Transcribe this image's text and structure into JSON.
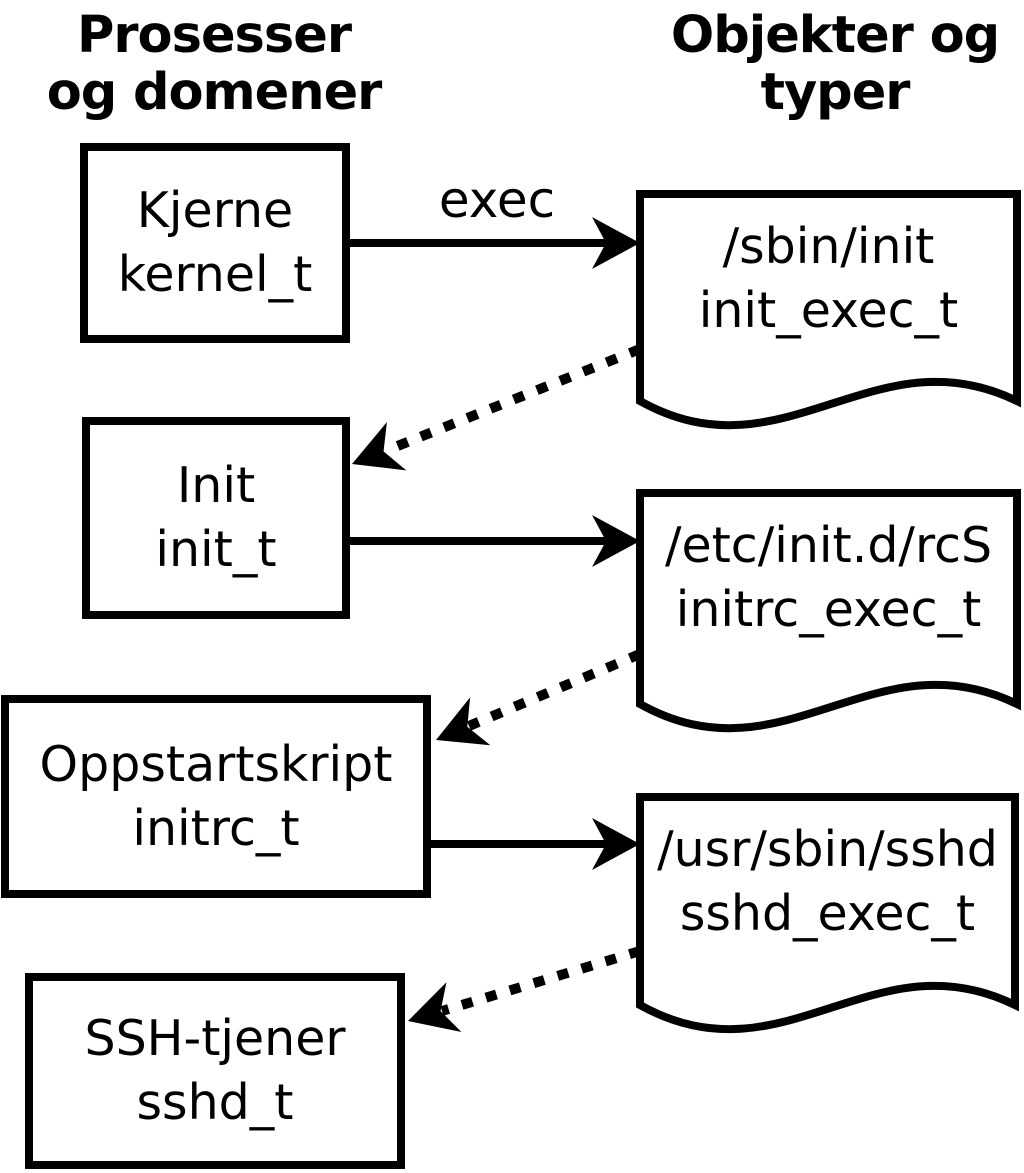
{
  "headers": {
    "processes": {
      "line1": "Prosesser",
      "line2": "og domener"
    },
    "objects": {
      "line1": "Objekter og",
      "line2": "typer"
    }
  },
  "exec_label": "exec",
  "processes": [
    {
      "label": "Kjerne",
      "domain": "kernel_t"
    },
    {
      "label": "Init",
      "domain": "init_t"
    },
    {
      "label": "Oppstartskript",
      "domain": "initrc_t"
    },
    {
      "label": "SSH-tjener",
      "domain": "sshd_t"
    }
  ],
  "objects": [
    {
      "path": "/sbin/init",
      "type": "init_exec_t"
    },
    {
      "path": "/etc/init.d/rcS",
      "type": "initrc_exec_t"
    },
    {
      "path": "/usr/sbin/sshd",
      "type": "sshd_exec_t"
    }
  ],
  "colors": {
    "line": "#000000",
    "background": "#ffffff"
  }
}
